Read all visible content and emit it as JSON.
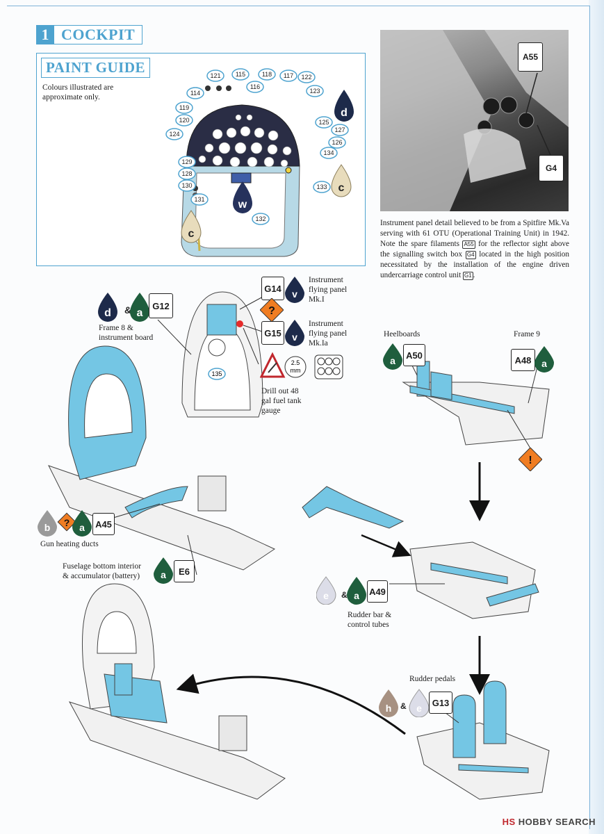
{
  "step": {
    "number": "1",
    "title": "COCKPIT"
  },
  "paint_guide": {
    "title": "PAINT GUIDE",
    "note": "Colours illustrated are approximate only.",
    "callouts": [
      "121",
      "115",
      "118",
      "117",
      "122",
      "116",
      "123",
      "114",
      "119",
      "120",
      "124",
      "125",
      "127",
      "126",
      "134",
      "129",
      "128",
      "130",
      "131",
      "133",
      "132"
    ],
    "paint_drops": [
      "d",
      "w",
      "c",
      "c"
    ]
  },
  "photo": {
    "labels": [
      "A55",
      "G4"
    ]
  },
  "caption": {
    "segments": [
      "Instrument panel detail believed to be from a Spitfire Mk.Va serving with 61 OTU (Operational Training Unit) in 1942. Note the spare filaments ",
      "A55",
      " for the reflector sight above the signalling switch box ",
      "G4",
      " located in the high position necessitated by the installation of the engine driven undercarriage control unit ",
      "G1",
      "."
    ]
  },
  "callouts": {
    "g12": {
      "drops": [
        "d",
        "a"
      ],
      "amp": "&",
      "part": "G12",
      "label": [
        "Frame 8 &",
        "instrument board"
      ]
    },
    "g14": {
      "part": "G14",
      "drop": "v",
      "label": [
        "Instrument",
        "flying panel",
        "Mk.I"
      ]
    },
    "g15": {
      "part": "G15",
      "drop": "v",
      "label": [
        "Instrument",
        "flying panel",
        "Mk.Ia"
      ]
    },
    "warning": "?",
    "p135": "135",
    "drill": {
      "size": "2.5",
      "unit": "mm",
      "label": [
        "Drill out 48",
        "gal fuel tank",
        "gauge"
      ]
    },
    "heelboards": {
      "label": "Heelboards",
      "drop": "a",
      "part": "A50"
    },
    "frame9": {
      "label": "Frame 9",
      "part": "A48",
      "drop": "a",
      "warning": "!"
    },
    "a45": {
      "drops": [
        "b",
        "?",
        "a"
      ],
      "part": "A45",
      "label": "Gun heating ducts"
    },
    "e6": {
      "drop": "a",
      "part": "E6",
      "label": [
        "Fuselage bottom interior",
        "& accumulator (battery)"
      ]
    },
    "a49": {
      "drops": [
        "e",
        "a"
      ],
      "amp": "&",
      "part": "A49",
      "label": [
        "Rudder bar &",
        "control tubes"
      ]
    },
    "g13": {
      "drops": [
        "h",
        "e"
      ],
      "amp": "&",
      "part": "G13",
      "label": "Rudder pedals"
    }
  },
  "colors": {
    "accent": "#4ea3cf",
    "part_blue": "#74c6e4",
    "drop_dark": "#1d2a4a",
    "drop_green": "#1f5e3d",
    "drop_tan": "#e8dcbc",
    "warning": "#f07d22"
  },
  "footer": {
    "brand": "HOBBY SEARCH",
    "mark": "HS"
  }
}
